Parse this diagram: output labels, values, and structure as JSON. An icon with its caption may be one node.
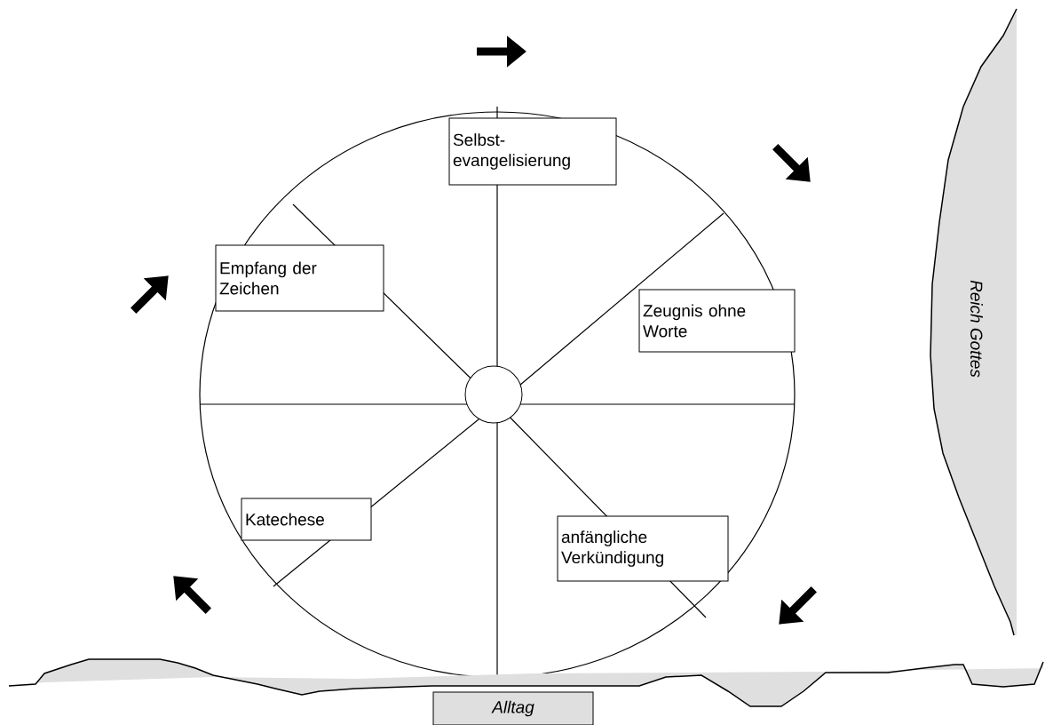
{
  "diagram": {
    "nodes": [
      {
        "text": [],
        "shape": "circle"
      },
      {
        "text": [],
        "shape": "circle",
        "in": 0
      },
      {
        "text": [
          "Selbst-evangelisierung"
        ],
        "in": 0
      },
      {
        "text": [
          "Empfang der Zeichen"
        ],
        "in": 0
      },
      {
        "text": [
          "Zeugnis ohne Worte"
        ],
        "in": 0
      },
      {
        "text": [
          "Katechese"
        ],
        "in": 0
      },
      {
        "text": [
          "anfängliche Verkündigung"
        ],
        "in": 0
      },
      {
        "text": [
          "Alltag"
        ]
      },
      {
        "text": [
          "Reich Gottes"
        ]
      }
    ]
  }
}
